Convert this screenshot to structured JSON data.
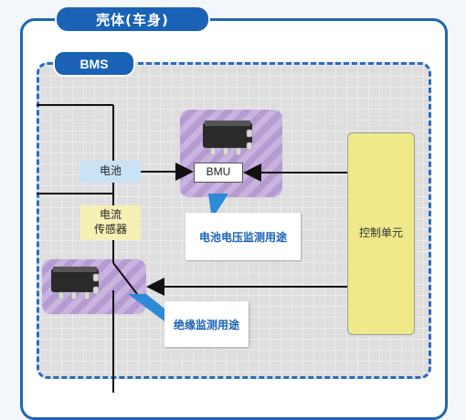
{
  "frame": {
    "title": "壳体(车身)",
    "bms_label": "BMS"
  },
  "blocks": {
    "battery": "电池",
    "current_sensor_line1": "电流",
    "current_sensor_line2": "传感器",
    "bmu": "BMU",
    "control_unit": "控制单元"
  },
  "callouts": {
    "voltage_monitor": "电池电压监测用途",
    "insulation_monitor": "绝缘监测用途"
  },
  "colors": {
    "frame_blue": "#1f66b3",
    "callout_blue": "#1a62b5",
    "battery_fill": "#c9e3f6",
    "sensor_fill": "#f6f0b5",
    "control_fill": "#f0e98a",
    "chip_zone_fill": "#c9b3df"
  },
  "icons": [
    "ic-chip-icon",
    "ic-chip-icon"
  ]
}
